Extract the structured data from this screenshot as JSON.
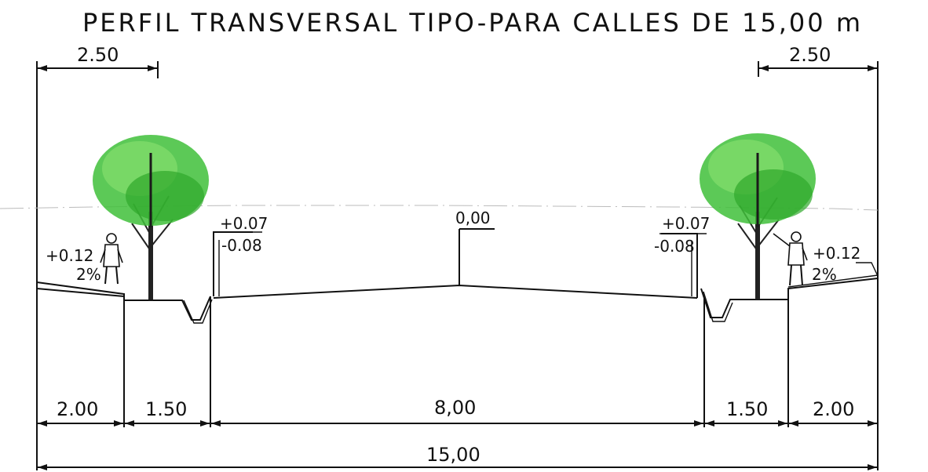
{
  "title": "PERFIL TRANSVERSAL TIPO-PARA CALLES DE 15,00 m",
  "dimensions": {
    "top_left": "2.50",
    "top_right": "2.50",
    "sidewalk_left": "2.00",
    "green_left": "1.50",
    "carriageway": "8,00",
    "green_right": "1.50",
    "sidewalk_right": "2.00",
    "total": "15,00"
  },
  "levels": {
    "center": "0,00",
    "curb_left_top": "+0.07",
    "curb_left_bottom": "-0.08",
    "curb_right_top": "+0.07",
    "curb_right_bottom": "-0.08",
    "sidewalk_left": "+0.12",
    "sidewalk_right": "+0.12",
    "slope_left": "2%",
    "slope_right": "2%"
  },
  "colors": {
    "line": "#111111",
    "tree_foliage": "#3fbf3a",
    "tree_foliage_light": "#7fdc6a"
  }
}
